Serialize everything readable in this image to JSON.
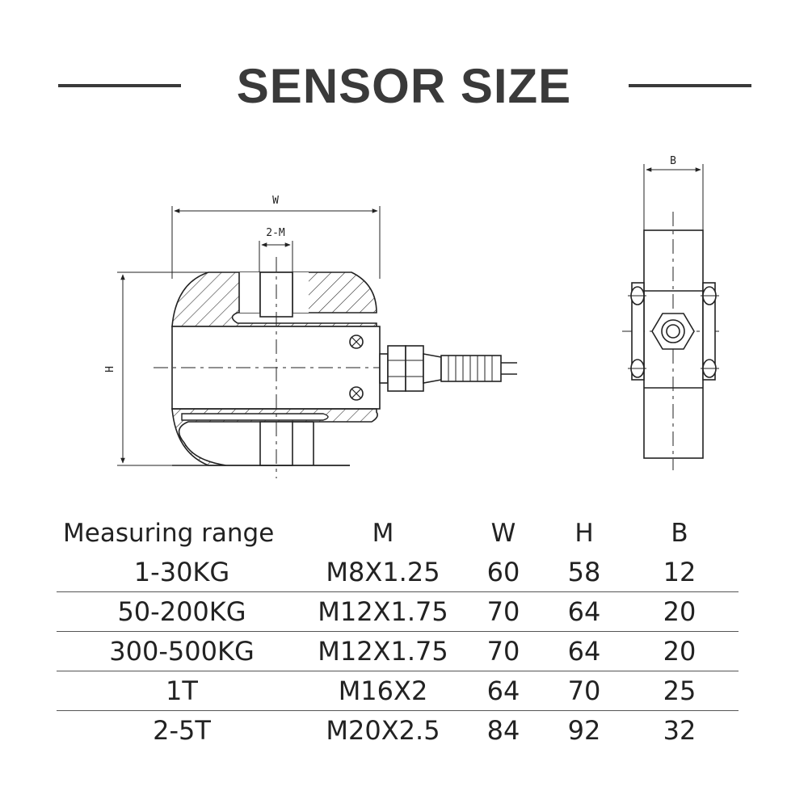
{
  "title": "SENSOR SIZE",
  "front_view": {
    "width_label": "W",
    "thread_label": "2-M",
    "height_label": "H"
  },
  "side_view": {
    "depth_label": "B"
  },
  "table": {
    "headers": [
      "Measuring range",
      "M",
      "W",
      "H",
      "B"
    ],
    "rows": [
      [
        "1-30KG",
        "M8X1.25",
        "60",
        "58",
        "12"
      ],
      [
        "50-200KG",
        "M12X1.75",
        "70",
        "64",
        "20"
      ],
      [
        "300-500KG",
        "M12X1.75",
        "70",
        "64",
        "20"
      ],
      [
        "1T",
        "M16X2",
        "64",
        "70",
        "25"
      ],
      [
        "2-5T",
        "M20X2.5",
        "84",
        "92",
        "32"
      ]
    ]
  }
}
